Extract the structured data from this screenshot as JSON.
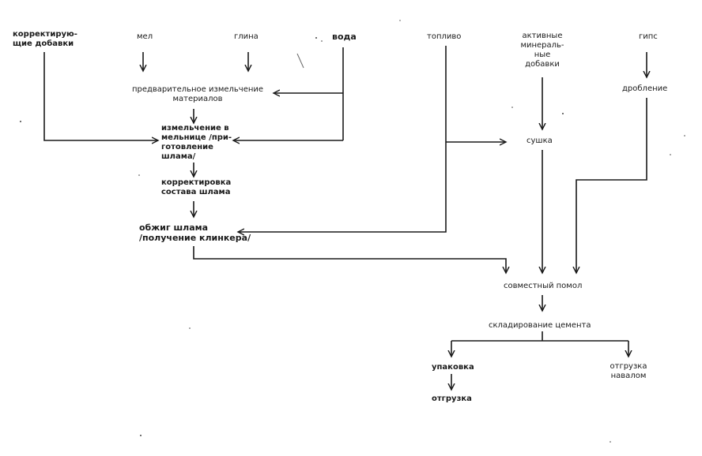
{
  "labels": {
    "corrective_additives": "корректирую-\nщие добавки",
    "chalk": "мел",
    "clay": "глина",
    "water": "вода",
    "fuel": "топливо",
    "active_mineral_additives": "активные\nминераль-\nные\nдобавки",
    "gypsum": "гипс",
    "preliminary_grinding": "предварительное  измельчение\nматериалов",
    "crushing": "дробление",
    "mill_grinding": "измельчение в\nмельнице /при-\nготовление\nшлама/",
    "drying": "сушка",
    "slurry_correction": "корректировка\nсостава шлама",
    "slurry_firing": "обжиг шлама\n/получение клинкера/",
    "joint_grinding": "совместный помол",
    "cement_storage": "складирование цемента",
    "packing": "упаковка",
    "bulk_shipment": "отгрузка\nнавалом",
    "shipment": "отгрузка"
  }
}
